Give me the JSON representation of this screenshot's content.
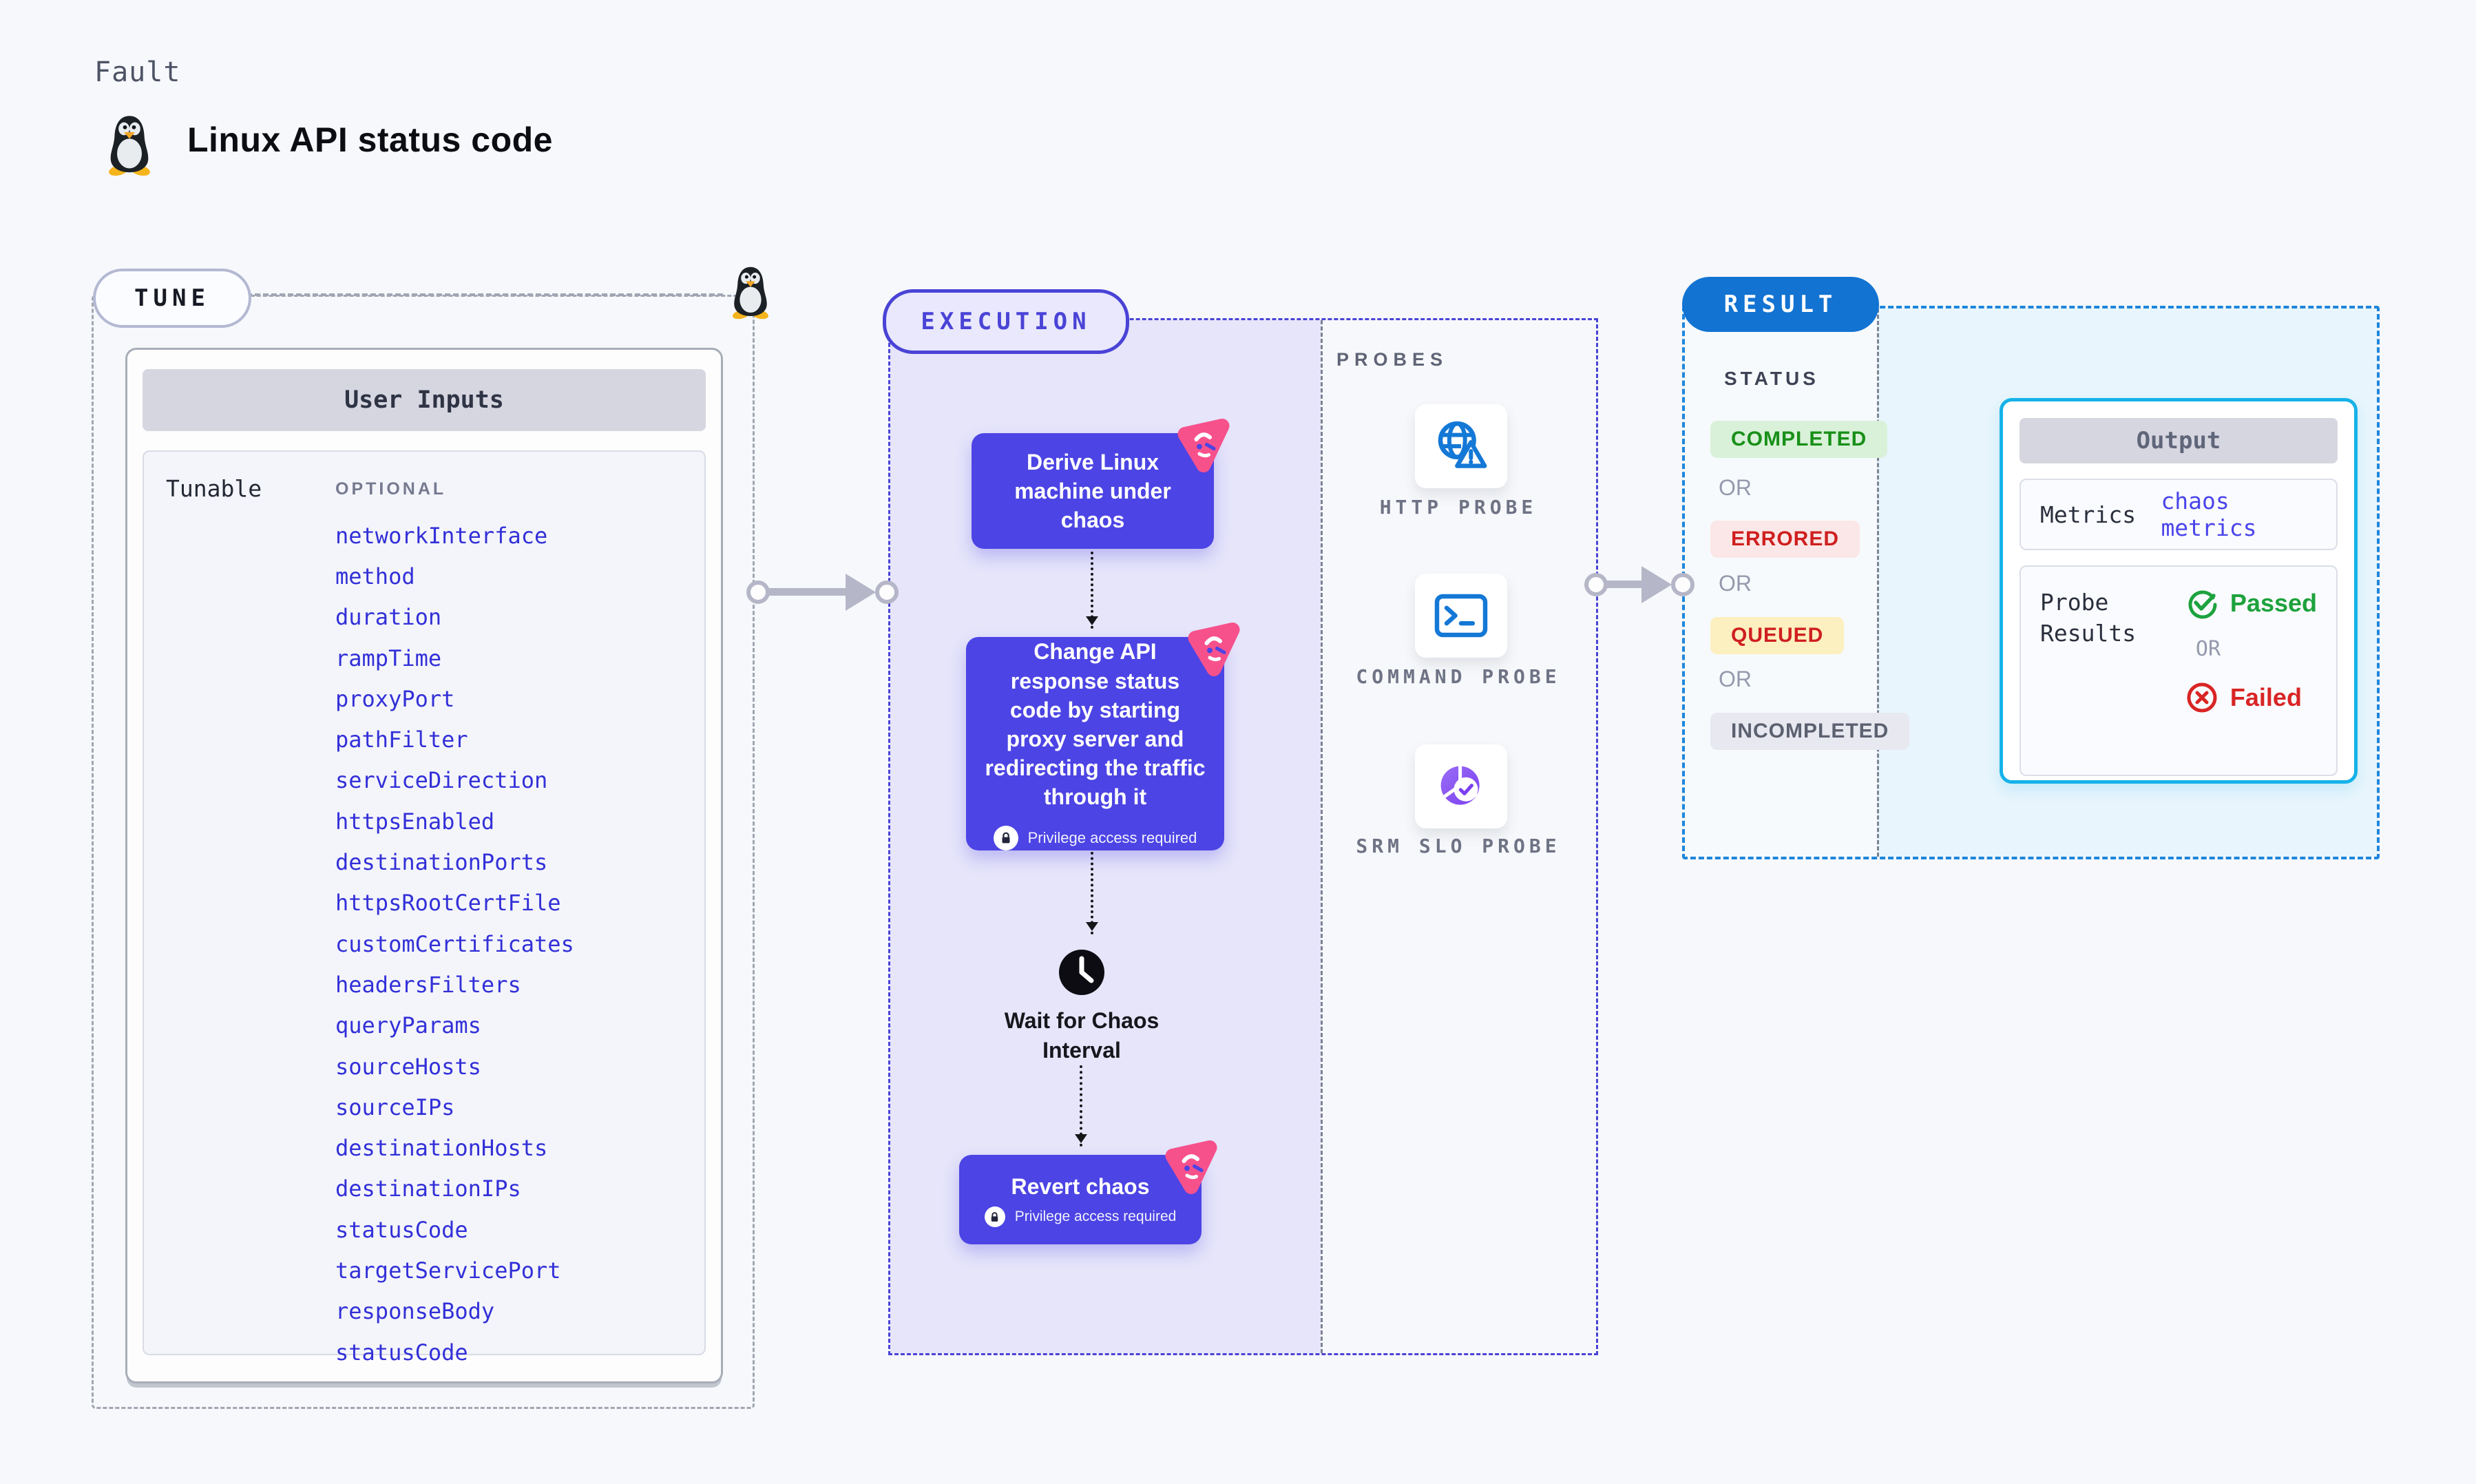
{
  "header": {
    "eyebrow": "Fault",
    "title": "Linux API status code",
    "penguin_icon": "tux-penguin"
  },
  "tune": {
    "label": "TUNE",
    "table": {
      "header": "User Inputs",
      "row_label": "Tunable",
      "column_label": "OPTIONAL",
      "params": [
        "networkInterface",
        "method",
        "duration",
        "rampTime",
        "proxyPort",
        "pathFilter",
        "serviceDirection",
        "httpsEnabled",
        "destinationPorts",
        "httpsRootCertFile",
        "customCertificates",
        "headersFilters",
        "queryParams",
        "sourceHosts",
        "sourceIPs",
        "destinationHosts",
        "destinationIPs",
        "statusCode",
        "targetServicePort",
        "responseBody",
        "statusCode"
      ]
    }
  },
  "execution": {
    "label": "EXECUTION",
    "step1": {
      "text": "Derive Linux machine under chaos"
    },
    "step2": {
      "text": "Change API response status code by starting proxy server and redirecting the traffic through it",
      "privilege": "Privilege access required"
    },
    "wait": {
      "text": "Wait for Chaos Interval",
      "icon": "clock-icon"
    },
    "step3": {
      "text": "Revert chaos",
      "privilege": "Privilege access required"
    }
  },
  "probes": {
    "label": "PROBES",
    "items": [
      {
        "name": "HTTP PROBE",
        "icon": "globe-alert-icon"
      },
      {
        "name": "COMMAND PROBE",
        "icon": "terminal-icon"
      },
      {
        "name": "SRM SLO PROBE",
        "icon": "slo-donut-icon"
      }
    ]
  },
  "result": {
    "label": "RESULT",
    "status": {
      "label": "STATUS",
      "or": "OR",
      "badges": [
        {
          "text": "COMPLETED",
          "bg": "#d9f1d9",
          "color": "#189018"
        },
        {
          "text": "ERRORED",
          "bg": "#fbe7e7",
          "color": "#cf1f1f"
        },
        {
          "text": "QUEUED",
          "bg": "#fcefc0",
          "color": "#cf1f1f"
        },
        {
          "text": "INCOMPLETED",
          "bg": "#e7e8f0",
          "color": "#5c6170"
        }
      ]
    },
    "output": {
      "header": "Output",
      "metrics_label": "Metrics",
      "metrics_value": "chaos metrics",
      "probe_results_label": "Probe Results",
      "passed": "Passed",
      "or": "OR",
      "failed": "Failed"
    }
  },
  "colors": {
    "accent_indigo": "#4c44e4",
    "accent_blue": "#1273d2",
    "accent_cyan": "#16b2e8",
    "probe_blue": "#1478d6",
    "pink_badge": "#f7518c",
    "passed_green": "#1da23d",
    "failed_red": "#d92525"
  }
}
